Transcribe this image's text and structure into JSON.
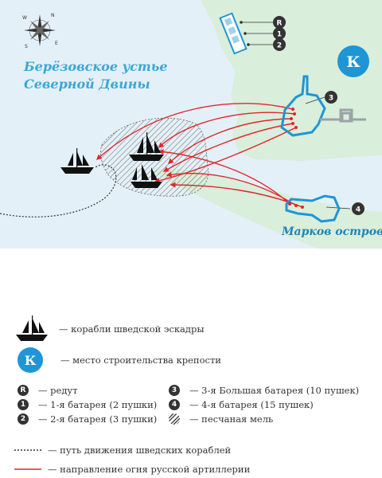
{
  "map": {
    "title_line1": "Берёзовское устье",
    "title_line2": "Северной Двины",
    "island_label": "Марков остров",
    "fortress_letter": "К",
    "markers": [
      "R",
      "1",
      "2",
      "3",
      "4"
    ],
    "compass": {
      "n": "N",
      "s": "S",
      "e": "E",
      "w": "W"
    },
    "colors": {
      "water": "#e4f0f8",
      "land": "#d9eedb",
      "fort": "#1e96d6",
      "fire": "#e1262c"
    }
  },
  "legend": {
    "ships": "— корабли шведской эскадры",
    "fortress_letter": "К",
    "fortress": "— место строительства крепости",
    "redoubt_marker": "R",
    "redoubt": "— редут",
    "b1_marker": "1",
    "battery1": "— 1-я батарея (2 пушки)",
    "b2_marker": "2",
    "battery2": "— 2-я батарея (3 пушки)",
    "b3_marker": "3",
    "battery3": "— 3-я Большая батарея (10 пушек)",
    "b4_marker": "4",
    "battery4": "— 4-я батарея (15 пушек)",
    "sandbank": "— песчаная мель",
    "route": "— путь движения шведских кораблей",
    "fire": "— направление огня русской артиллерии"
  }
}
